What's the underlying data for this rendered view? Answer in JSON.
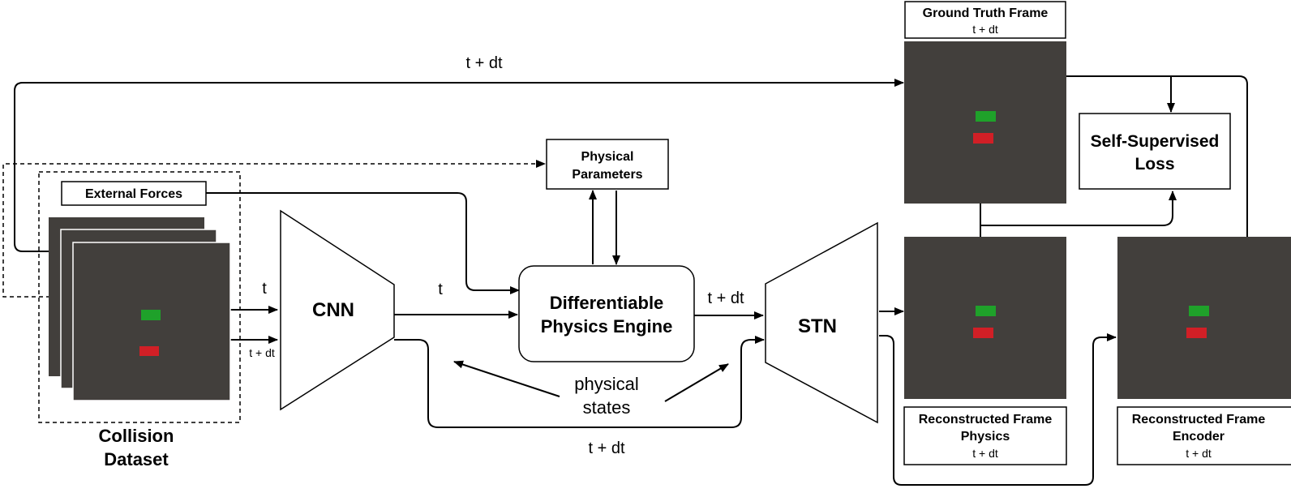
{
  "dataset": {
    "external_forces": "External Forces",
    "title_line1": "Collision",
    "title_line2": "Dataset",
    "out_t": "t",
    "out_tdt": "t + dt"
  },
  "cnn": {
    "label": "CNN",
    "out_t": "t"
  },
  "physical_parameters": {
    "line1": "Physical",
    "line2": "Parameters"
  },
  "physics_engine": {
    "line1": "Differentiable",
    "line2": "Physics Engine",
    "out": "t + dt"
  },
  "stn": {
    "label": "STN"
  },
  "physical_states": {
    "line1": "physical",
    "line2": "states",
    "bottom_label": "t + dt"
  },
  "top_path": {
    "label": "t + dt"
  },
  "ground_truth": {
    "title": "Ground Truth Frame",
    "time": "t + dt"
  },
  "loss": {
    "line1": "Self-Supervised",
    "line2": "Loss"
  },
  "recon_physics": {
    "line1": "Reconstructed Frame",
    "line2": "Physics",
    "time": "t + dt"
  },
  "recon_encoder": {
    "line1": "Reconstructed Frame",
    "line2": "Encoder",
    "time": "t + dt"
  },
  "colors": {
    "frame_bg": "#423f3c",
    "green_object": "#1fa12a",
    "red_object": "#d11f26"
  }
}
